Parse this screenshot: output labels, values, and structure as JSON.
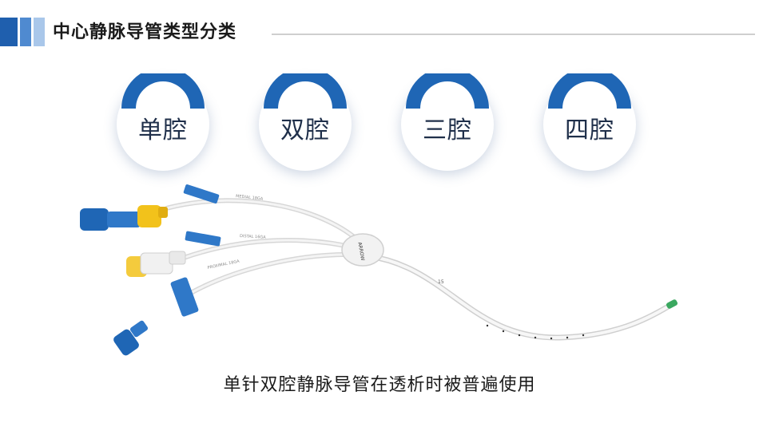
{
  "slide": {
    "title": "中心静脉导管类型分类",
    "caption": "单针双腔静脉导管在透析时被普遍使用"
  },
  "lumen_types": [
    {
      "label": "单腔"
    },
    {
      "label": "双腔"
    },
    {
      "label": "三腔"
    },
    {
      "label": "四腔"
    }
  ],
  "catheter_image": {
    "line_labels": [
      "MEDIAL 18GA",
      "DISTAL 16GA",
      "PROXIMAL 18GA"
    ],
    "hub_text": "ARROW",
    "depth_mark": "15"
  },
  "colors": {
    "brand_dark": "#1f5fae",
    "brand_mid": "#4f8ad0",
    "brand_light": "#a9c7ea",
    "arc_blue": "#1f66b5",
    "hub_blue": "#2f78c8",
    "connector_yellow": "#f2c21b",
    "tip_green": "#3aa860"
  }
}
